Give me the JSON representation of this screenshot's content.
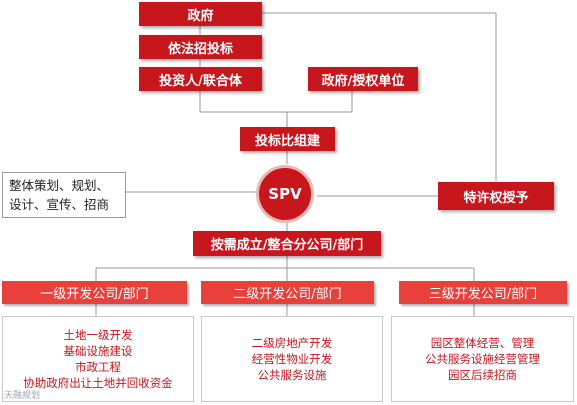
{
  "nodes": {
    "gov": "政府",
    "bidding": "依法招投标",
    "investor": "投资人/联合体",
    "gov_auth": "政府/授权单位",
    "consortium": "投标比组建",
    "spv": "SPV",
    "concession": "特许权授予",
    "subsidiary": "按需成立/整合分公司/部门"
  },
  "left_box": [
    "整体策划、规划、",
    "设计、宣传、招商"
  ],
  "levels": [
    {
      "title": "一级开发公司/部门",
      "items": [
        "土地一级开发",
        "基础设施建设",
        "市政工程",
        "协助政府出让土地并回收资金"
      ]
    },
    {
      "title": "二级开发公司/部门",
      "items": [
        "二级房地产开发",
        "经营性物业开发",
        "公共服务设施"
      ]
    },
    {
      "title": "三级开发公司/部门",
      "items": [
        "园区整体经营、管理",
        "公共服务设施经营管理",
        "园区后续招商"
      ]
    }
  ],
  "watermark": "天融规划"
}
